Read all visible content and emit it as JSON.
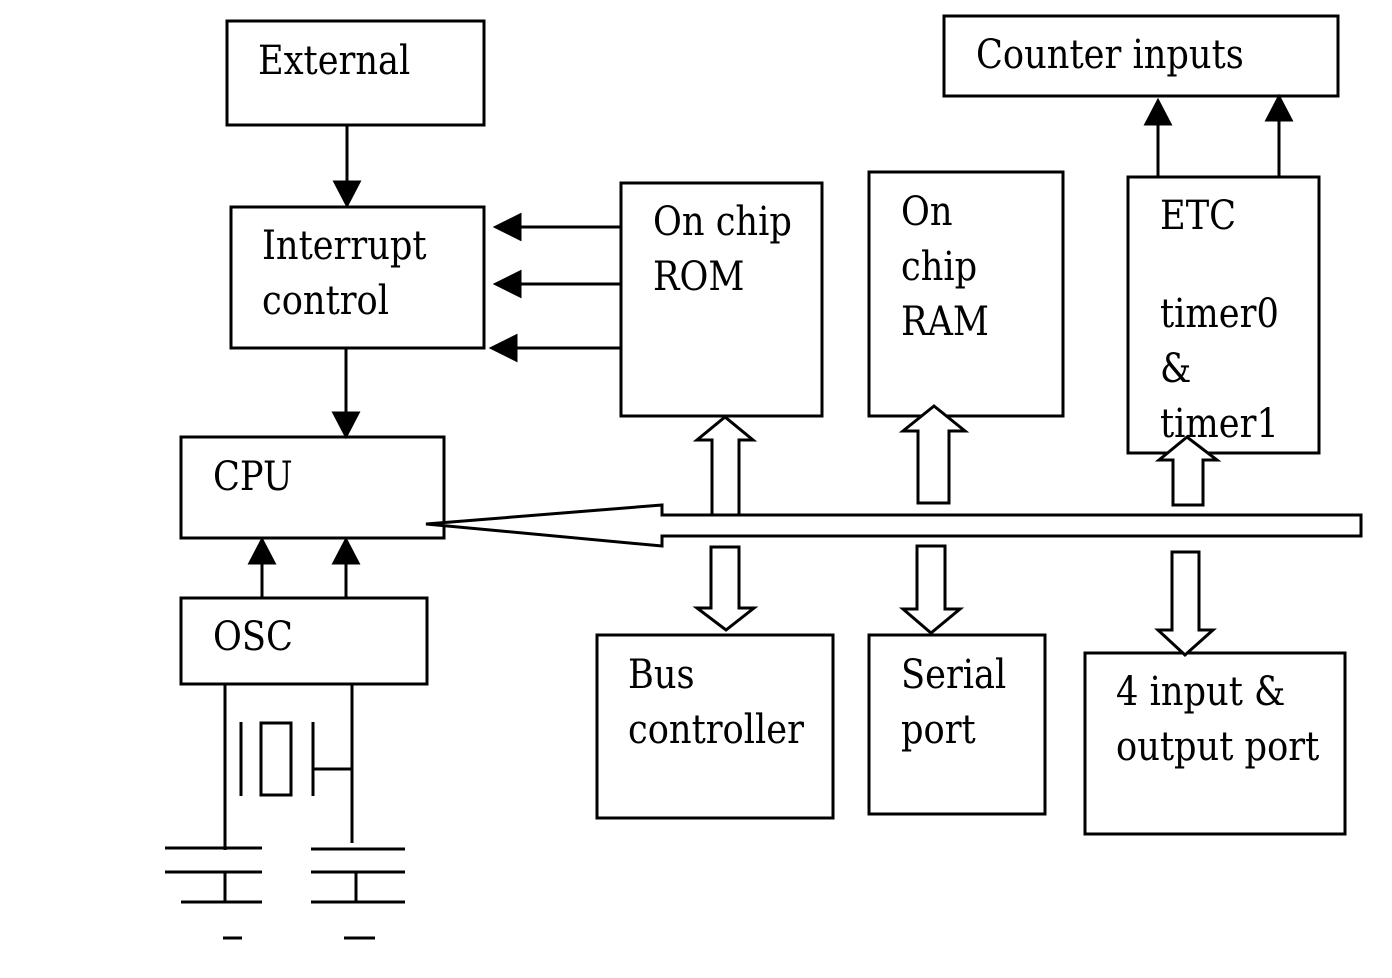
{
  "blocks": {
    "external": {
      "lines": [
        "External"
      ]
    },
    "counter_inputs": {
      "lines": [
        "Counter inputs"
      ]
    },
    "interrupt_control": {
      "lines": [
        "Interrupt",
        "control"
      ]
    },
    "on_chip_rom": {
      "lines": [
        "On chip",
        "ROM"
      ]
    },
    "on_chip_ram": {
      "lines": [
        "On",
        "chip",
        "RAM"
      ]
    },
    "etc": {
      "lines": [
        "ETC",
        "",
        "timer0",
        "&",
        "timer1"
      ]
    },
    "cpu": {
      "lines": [
        "CPU"
      ]
    },
    "osc": {
      "lines": [
        "OSC"
      ]
    },
    "bus_controller": {
      "lines": [
        "Bus",
        "controller"
      ]
    },
    "serial_port": {
      "lines": [
        "Serial",
        "port"
      ]
    },
    "io_port": {
      "lines": [
        "4 input &",
        "output port"
      ]
    }
  },
  "colors": {
    "stroke": "#000000",
    "background": "#ffffff"
  }
}
